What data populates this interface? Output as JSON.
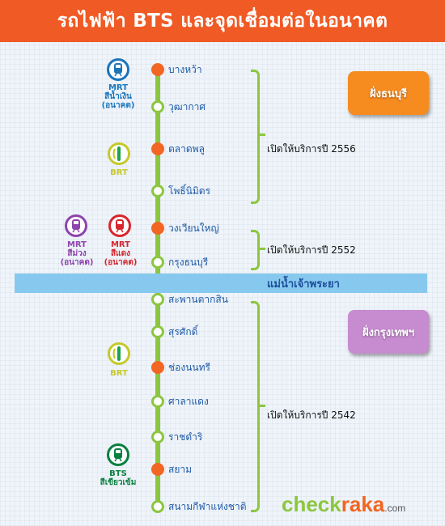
{
  "title": "รถไฟฟ้า BTS และจุดเชื่อมต่อในอนาคต",
  "river_label": "แม่น้ำเจ้าพระยา",
  "stations": [
    {
      "name": "บางหว้า",
      "interchange": true
    },
    {
      "name": "วุฒากาศ",
      "interchange": false
    },
    {
      "name": "ตลาดพลู",
      "interchange": true
    },
    {
      "name": "โพธิ์นิมิตร",
      "interchange": false
    },
    {
      "name": "วงเวียนใหญ่",
      "interchange": true
    },
    {
      "name": "กรุงธนบุรี",
      "interchange": false
    },
    {
      "name": "สะพานตากสิน",
      "interchange": false
    },
    {
      "name": "สุรศักดิ์",
      "interchange": false
    },
    {
      "name": "ช่องนนทรี",
      "interchange": true
    },
    {
      "name": "ศาลาแดง",
      "interchange": false
    },
    {
      "name": "ราชดำริ",
      "interchange": false
    },
    {
      "name": "สยาม",
      "interchange": true
    },
    {
      "name": "สนามกีฬาแห่งชาติ",
      "interchange": false
    }
  ],
  "openings": [
    {
      "label": "เปิดให้บริการปี 2556"
    },
    {
      "label": "เปิดให้บริการปี 2552"
    },
    {
      "label": "เปิดให้บริการปี 2542"
    }
  ],
  "sides": {
    "thonburi": "ฝั่งธนบุรี",
    "krungthep": "ฝั่งกรุงเทพฯ"
  },
  "connections": {
    "mrt_silver": {
      "line1": "MRT",
      "line2": "สีน้ำเงิน",
      "line3": "(อนาคต)",
      "color": "#1a75bb"
    },
    "brt_1": {
      "line1": "BRT",
      "color": "#c6c92a"
    },
    "mrt_purple": {
      "line1": "MRT",
      "line2": "สีม่วง",
      "line3": "(อนาคต)",
      "color": "#8e44ad"
    },
    "mrt_red": {
      "line1": "MRT",
      "line2": "สีแดง",
      "line3": "(อนาคต)",
      "color": "#d7262d"
    },
    "brt_2": {
      "line1": "BRT",
      "color": "#c6c92a"
    },
    "bts_green": {
      "line1": "BTS",
      "line2": "สีเขียวเข้ม",
      "color": "#0a7f3f"
    }
  },
  "logo": {
    "part1": "check",
    "part2": "raka",
    "domain": ".com"
  }
}
